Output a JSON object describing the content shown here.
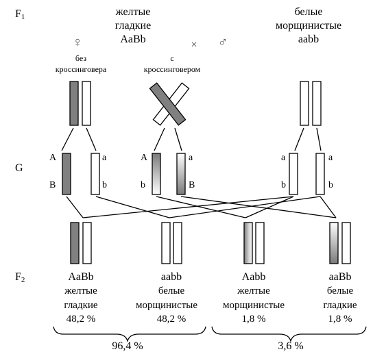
{
  "labels": {
    "f1": "F",
    "f1_index": "1",
    "g": "G",
    "f2": "F",
    "f2_index": "2"
  },
  "parents": {
    "female": {
      "symbol": "♀",
      "phenotype_line1": "желтые",
      "phenotype_line2": "гладкие",
      "genotype": "AaBb"
    },
    "cross_sign": "×",
    "male": {
      "symbol": "♂",
      "phenotype_line1": "белые",
      "phenotype_line2": "морщинистые",
      "genotype": "aabb"
    }
  },
  "meiosis": {
    "without_crossover_line1": "без",
    "without_crossover_line2": "кроссинговера",
    "with_crossover_line1": "с",
    "with_crossover_line2": "кроссинговером"
  },
  "gametes": [
    {
      "top": "A",
      "bottom": "B"
    },
    {
      "top": "a",
      "bottom": "b"
    },
    {
      "top": "A",
      "bottom": "b"
    },
    {
      "top": "a",
      "bottom": "B"
    },
    {
      "top": "a",
      "bottom": "b"
    },
    {
      "top": "a",
      "bottom": "b"
    }
  ],
  "offspring": [
    {
      "genotype": "AaBb",
      "line1": "желтые",
      "line2": "гладкие",
      "percent": "48,2 %"
    },
    {
      "genotype": "aabb",
      "line1": "белые",
      "line2": "морщинистые",
      "percent": "48,2 %"
    },
    {
      "genotype": "Aabb",
      "line1": "желтые",
      "line2": "морщинистые",
      "percent": "1,8 %"
    },
    {
      "genotype": "aaBb",
      "line1": "белые",
      "line2": "гладкие",
      "percent": "1,8 %"
    }
  ],
  "totals": {
    "non_recombinant": "96,4 %",
    "recombinant": "3,6 %"
  },
  "colors": {
    "chromosome_dark": "#808080",
    "chromosome_light": "#ffffff",
    "line": "#000000"
  }
}
